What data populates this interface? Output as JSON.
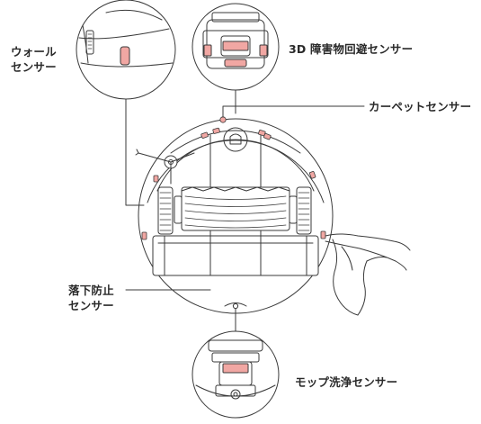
{
  "labels": {
    "wall_sensor": [
      "ウォール",
      "センサー"
    ],
    "obstacle_sensor": "3D 障害物回避センサー",
    "carpet_sensor": "カーペットセンサー",
    "cliff_sensor": [
      "落下防止",
      "センサー"
    ],
    "mop_sensor": "モップ洗浄センサー"
  },
  "colors": {
    "line": "#3a3a3a",
    "sensor": "#f1a7a3",
    "background": "#ffffff"
  }
}
